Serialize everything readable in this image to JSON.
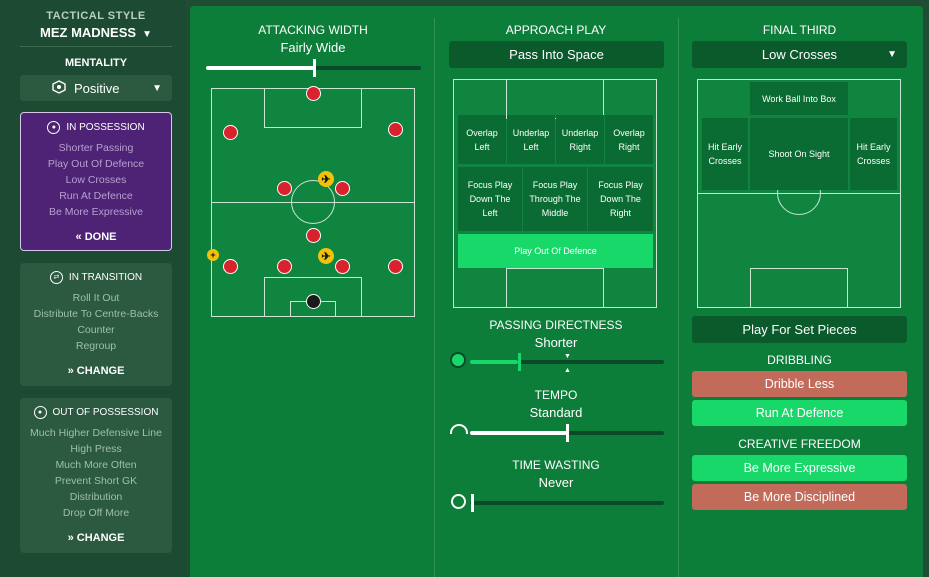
{
  "sidebar": {
    "tactical_style_label": "TACTICAL STYLE",
    "tactical_style_name": "MEZ MADNESS",
    "mentality_label": "MENTALITY",
    "mentality_value": "Positive",
    "phases": [
      {
        "title": "IN POSSESSION",
        "items": [
          "Shorter Passing",
          "Play Out Of Defence",
          "Low Crosses",
          "Run At Defence",
          "Be More Expressive"
        ],
        "button": "DONE",
        "active": true
      },
      {
        "title": "IN TRANSITION",
        "items": [
          "Roll It Out",
          "Distribute To Centre-Backs",
          "Counter",
          "Regroup"
        ],
        "button": "CHANGE",
        "active": false
      },
      {
        "title": "OUT OF POSSESSION",
        "items": [
          "Much Higher Defensive Line",
          "High Press",
          "Much More Often",
          "Prevent Short GK",
          "Distribution",
          "Drop Off More"
        ],
        "button": "CHANGE",
        "active": false
      }
    ]
  },
  "attacking_width": {
    "title": "ATTACKING WIDTH",
    "value": "Fairly Wide",
    "slider_fraction": 0.5
  },
  "approach_play": {
    "title": "APPROACH PLAY",
    "value": "Pass Into Space",
    "zones": [
      "Overlap Left",
      "Underlap Left",
      "Underlap Right",
      "Overlap Right",
      "Focus Play Down The Left",
      "Focus Play Through The Middle",
      "Focus Play Down The Right",
      "Play Out Of Defence"
    ]
  },
  "passing_directness": {
    "title": "PASSING DIRECTNESS",
    "value": "Shorter",
    "slider_fraction": 0.25
  },
  "tempo": {
    "title": "TEMPO",
    "value": "Standard",
    "slider_fraction": 0.5
  },
  "time_wasting": {
    "title": "TIME WASTING",
    "value": "Never",
    "slider_fraction": 0.0
  },
  "final_third": {
    "title": "FINAL THIRD",
    "value": "Low Crosses",
    "zones": [
      "Work Ball Into Box",
      "Hit Early Crosses",
      "Shoot On Sight",
      "Hit Early Crosses"
    ],
    "set_pieces": "Play For Set Pieces"
  },
  "dribbling": {
    "title": "DRIBBLING",
    "options": [
      "Dribble Less",
      "Run At Defence"
    ]
  },
  "creative_freedom": {
    "title": "CREATIVE FREEDOM",
    "options": [
      "Be More Expressive",
      "Be More Disciplined"
    ]
  }
}
